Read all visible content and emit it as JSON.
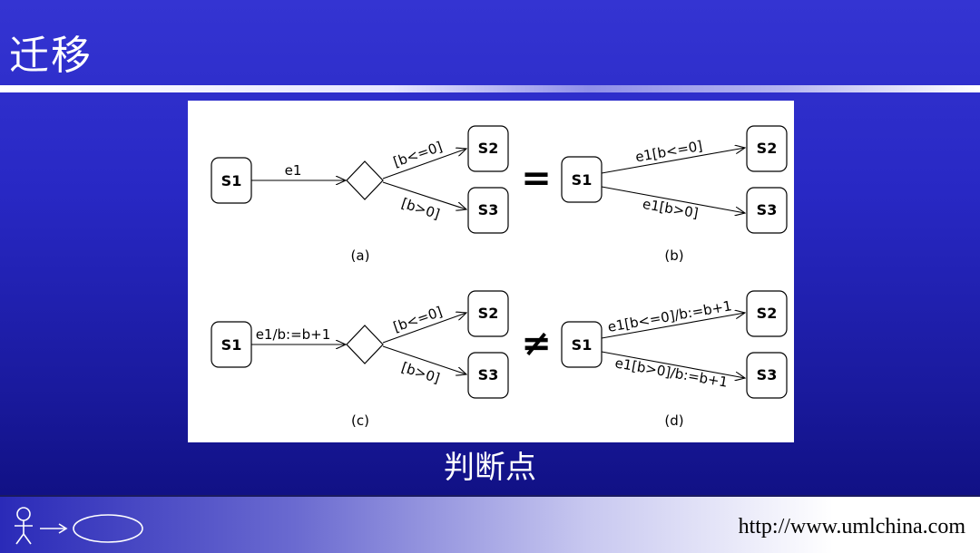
{
  "slide": {
    "title": "迁移",
    "caption": "判断点",
    "footer_url": "http://www.umlchina.com"
  },
  "diagram": {
    "symbols": {
      "equal": "=",
      "not_equal": "≠"
    },
    "panels": [
      {
        "caption": "(a)",
        "states": [
          "S1",
          "S2",
          "S3"
        ],
        "labels": [
          "e1",
          "[b<=0]",
          "[b>0]"
        ]
      },
      {
        "caption": "(b)",
        "states": [
          "S1",
          "S2",
          "S3"
        ],
        "labels": [
          "e1[b<=0]",
          "e1[b>0]"
        ]
      },
      {
        "caption": "(c)",
        "states": [
          "S1",
          "S2",
          "S3"
        ],
        "labels": [
          "e1/b:=b+1",
          "[b<=0]",
          "[b>0]"
        ]
      },
      {
        "caption": "(d)",
        "states": [
          "S1",
          "S2",
          "S3"
        ],
        "labels": [
          "e1[b<=0]/b:=b+1",
          "e1[b>0]/b:=b+1"
        ]
      }
    ]
  },
  "colors": {
    "background": "#2828c4",
    "panel": "#ffffff"
  },
  "icons": [
    "stick-figure-icon",
    "arrow-icon",
    "ellipse-icon"
  ]
}
